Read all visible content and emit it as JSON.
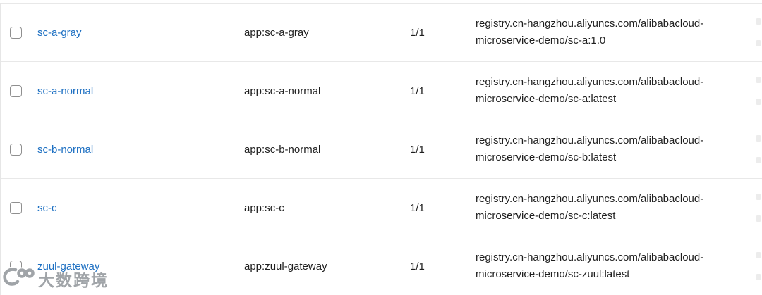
{
  "table": {
    "rows": [
      {
        "name": "sc-a-gray",
        "label": "app:sc-a-gray",
        "replicas": "1/1",
        "image_lines": [
          "registry.cn-hangzhou.aliyuncs.com/alibabacloud-",
          "microservice-demo/sc-a:1.0"
        ]
      },
      {
        "name": "sc-a-normal",
        "label": "app:sc-a-normal",
        "replicas": "1/1",
        "image_lines": [
          "registry.cn-hangzhou.aliyuncs.com/alibabacloud-",
          "microservice-demo/sc-a:latest"
        ]
      },
      {
        "name": "sc-b-normal",
        "label": "app:sc-b-normal",
        "replicas": "1/1",
        "image_lines": [
          "registry.cn-hangzhou.aliyuncs.com/alibabacloud-",
          "microservice-demo/sc-b:latest"
        ]
      },
      {
        "name": "sc-c",
        "label": "app:sc-c",
        "replicas": "1/1",
        "image_lines": [
          "registry.cn-hangzhou.aliyuncs.com/alibabacloud-",
          "microservice-demo/sc-c:latest"
        ]
      },
      {
        "name": "zuul-gateway",
        "label": "app:zuul-gateway",
        "replicas": "1/1",
        "image_lines": [
          "registry.cn-hangzhou.aliyuncs.com/alibabacloud-",
          "microservice-demo/sc-zuul:latest"
        ]
      }
    ]
  },
  "watermark": {
    "text": "大数跨境"
  },
  "colors": {
    "link_blue": "#1c6fc2",
    "text_dark": "#1f1f1f",
    "separator": "#e8e8e8",
    "watermark_gray": "#a0a4a8"
  }
}
